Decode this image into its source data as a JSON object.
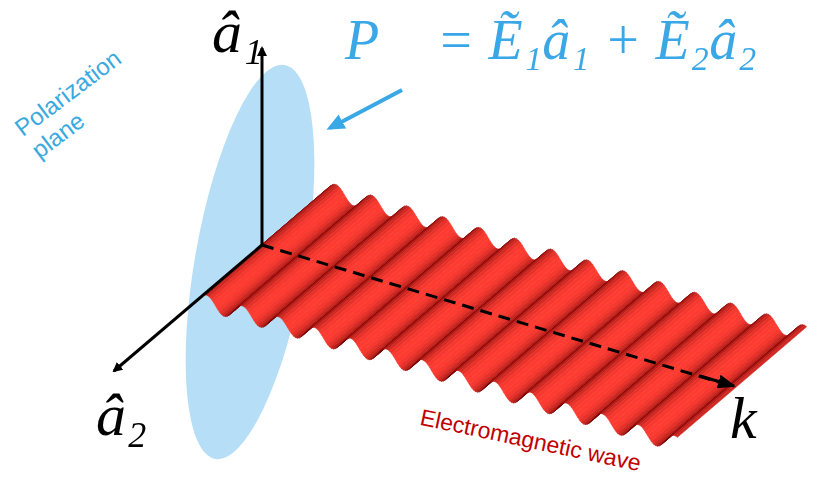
{
  "diagram": {
    "labels": [
      "â₁",
      "P⃗ = Ẽ₁â₁ + Ẽ₂â₂",
      "Polarization plane",
      "â₂",
      "k⃗",
      "Electromagnetic wave"
    ]
  }
}
